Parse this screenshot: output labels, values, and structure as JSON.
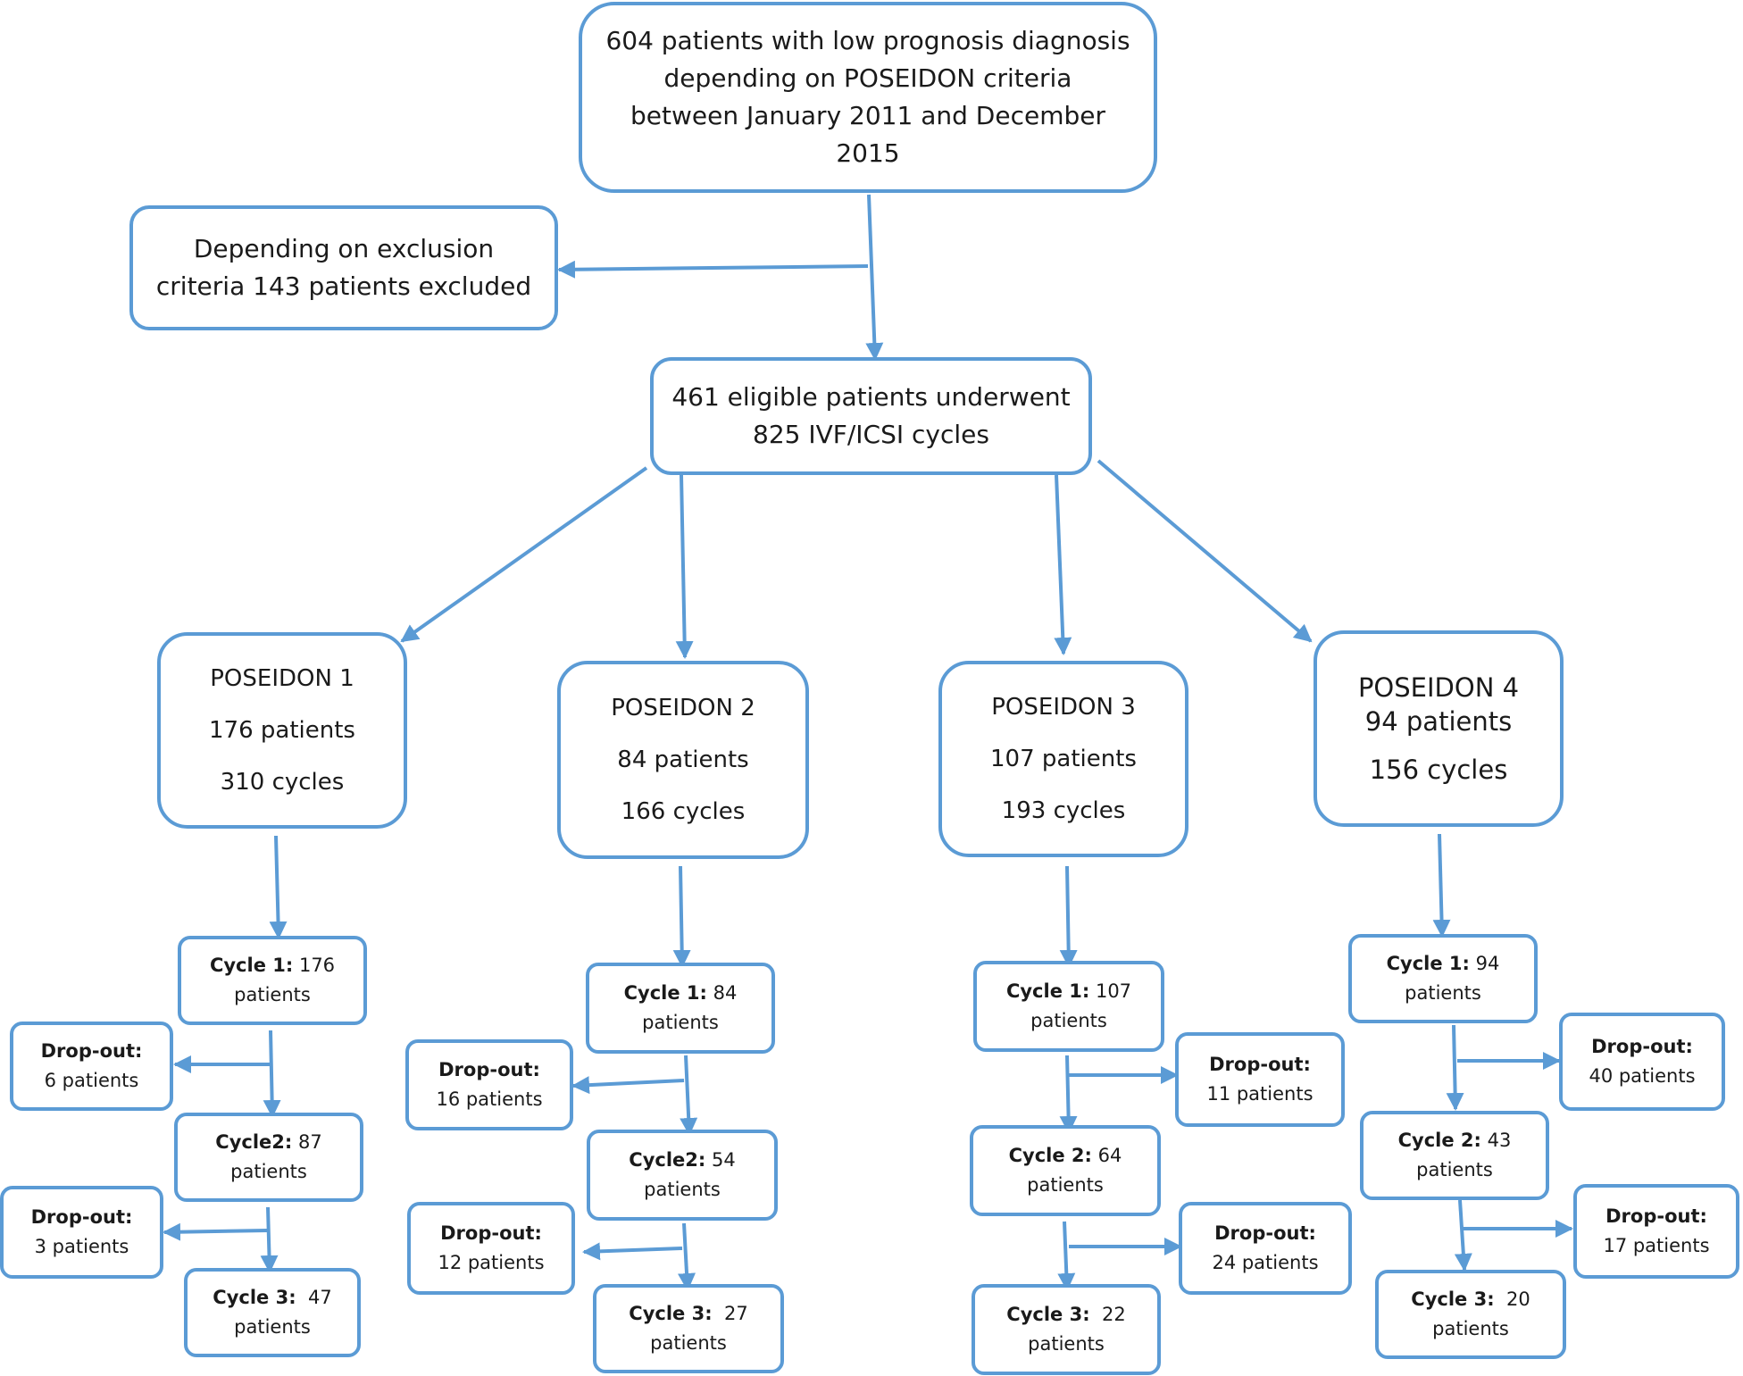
{
  "top": {
    "lines": [
      "604 patients with low prognosis diagnosis",
      "depending on POSEIDON criteria",
      "between January 2011 and December",
      "2015"
    ]
  },
  "excluded": {
    "lines": [
      "Depending on exclusion",
      "criteria 143 patients excluded"
    ]
  },
  "eligible": {
    "lines": [
      "461 eligible patients underwent",
      "825 IVF/ICSI cycles"
    ]
  },
  "groups": [
    {
      "title": "POSEIDON 1",
      "patients": "176 patients",
      "cycles": "310 cycles",
      "cycle1": {
        "label": "Cycle 1:",
        "value": "176",
        "unit": "patients"
      },
      "dropout1": {
        "label": "Drop-out:",
        "value": "6 patients"
      },
      "cycle2": {
        "label": "Cycle2:",
        "value": "87",
        "unit": "patients"
      },
      "dropout2": {
        "label": "Drop-out:",
        "value": "3 patients"
      },
      "cycle3": {
        "label": "Cycle 3:",
        "value": "47",
        "unit": "patients"
      }
    },
    {
      "title": "POSEIDON 2",
      "patients": "84 patients",
      "cycles": "166 cycles",
      "cycle1": {
        "label": "Cycle 1:",
        "value": "84",
        "unit": "patients"
      },
      "dropout1": {
        "label": "Drop-out:",
        "value": "16 patients"
      },
      "cycle2": {
        "label": "Cycle2:",
        "value": "54",
        "unit": "patients"
      },
      "dropout2": {
        "label": "Drop-out:",
        "value": "12 patients"
      },
      "cycle3": {
        "label": "Cycle 3:",
        "value": "27",
        "unit": "patients"
      }
    },
    {
      "title": "POSEIDON 3",
      "patients": "107 patients",
      "cycles": "193 cycles",
      "cycle1": {
        "label": "Cycle 1:",
        "value": "107",
        "unit": "patients"
      },
      "dropout1": {
        "label": "Drop-out:",
        "value": "11 patients"
      },
      "cycle2": {
        "label": "Cycle 2:",
        "value": "64",
        "unit": "patients"
      },
      "dropout2": {
        "label": "Drop-out:",
        "value": "24 patients"
      },
      "cycle3": {
        "label": "Cycle 3:",
        "value": "22",
        "unit": "patients"
      }
    },
    {
      "title": "POSEIDON 4",
      "patients": "94 patients",
      "cycles": "156 cycles",
      "cycle1": {
        "label": "Cycle 1:",
        "value": "94",
        "unit": "patients"
      },
      "dropout1": {
        "label": "Drop-out:",
        "value": "40 patients"
      },
      "cycle2": {
        "label": "Cycle 2:",
        "value": "43",
        "unit": "patients"
      },
      "dropout2": {
        "label": "Drop-out:",
        "value": "17 patients"
      },
      "cycle3": {
        "label": "Cycle 3:",
        "value": "20",
        "unit": "patients"
      }
    }
  ],
  "colors": {
    "stroke": "#5b9bd5",
    "text": "#1a1a1a",
    "background": "#ffffff"
  }
}
